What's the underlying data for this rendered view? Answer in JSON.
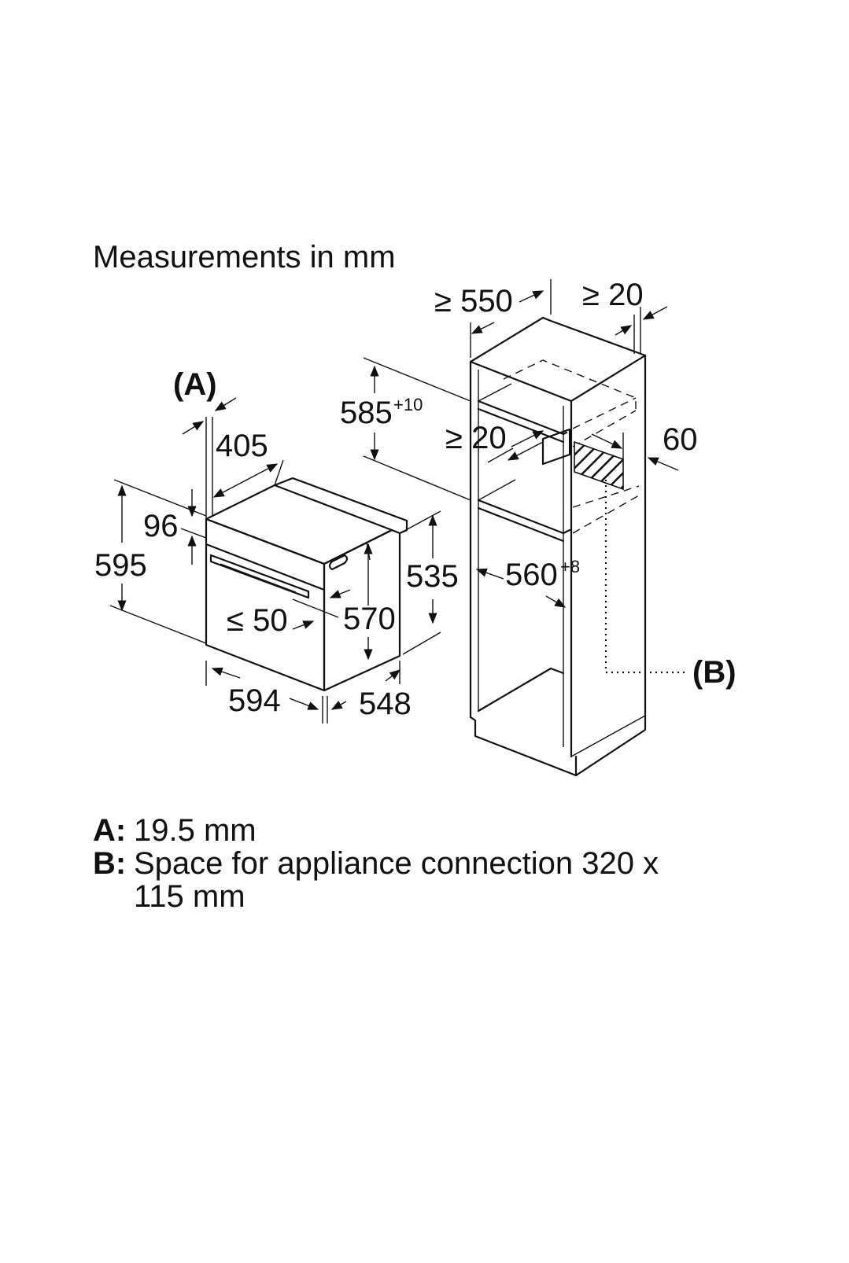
{
  "title": "Measurements in mm",
  "labels": {
    "A": "(A)",
    "B": "(B)"
  },
  "dimensions": {
    "d_550": "≥ 550",
    "d_20_top": "≥ 20",
    "d_405": "405",
    "d_585": "585",
    "d_585_tol": "+10",
    "d_20_mid": "≥ 20",
    "d_60": "60",
    "d_96": "96",
    "d_595": "595",
    "d_535": "535",
    "d_560": "560",
    "d_560_tol": "+8",
    "d_50": "≤ 50",
    "d_570": "570",
    "d_594": "594",
    "d_548": "548"
  },
  "notes": [
    {
      "key": "A:",
      "text": "19.5 mm"
    },
    {
      "key": "B:",
      "text": "Space for appliance connection 320 x 115 mm"
    }
  ]
}
